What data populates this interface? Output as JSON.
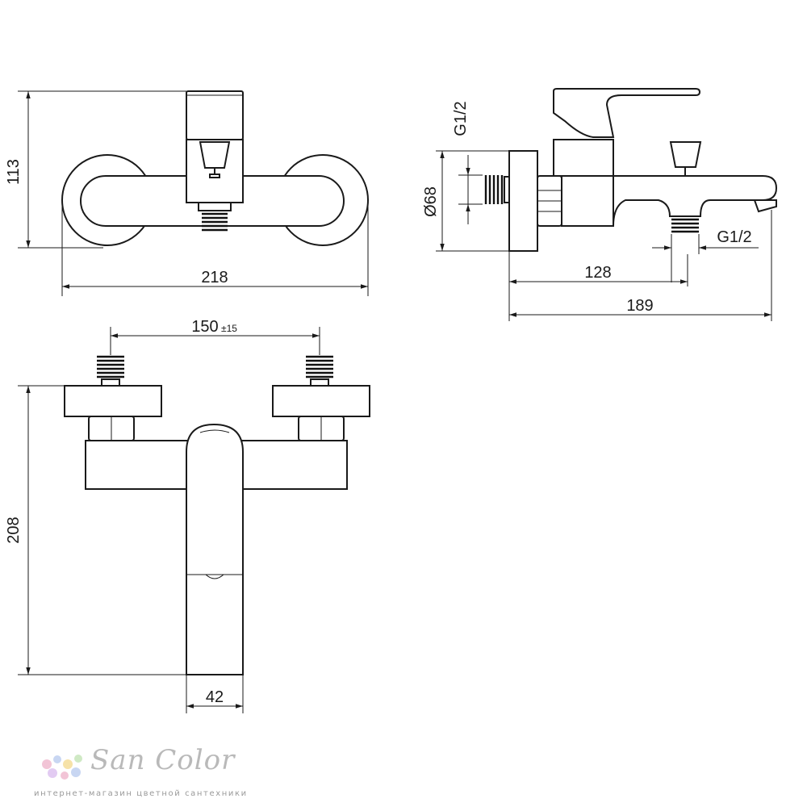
{
  "dimensions": {
    "front_height": "113",
    "front_width": "218",
    "side_thread_top": "G1/2",
    "side_diameter": "Ø68",
    "side_thread_bottom": "G1/2",
    "side_depth_short": "128",
    "side_depth_full": "189",
    "top_spacing": "150",
    "top_spacing_tol": "±15",
    "top_height": "208",
    "top_spout_width": "42"
  },
  "watermark": {
    "brand": "San Color",
    "subtitle": "интернет-магазин цветной сантехники"
  },
  "colors": {
    "line": "#1a1a1a",
    "watermark_text": "#b9b9b9",
    "logo_dots": [
      "#f2c4d6",
      "#c8d6f2",
      "#f6e2a8",
      "#cfe9c4",
      "#e2cbf2"
    ]
  }
}
